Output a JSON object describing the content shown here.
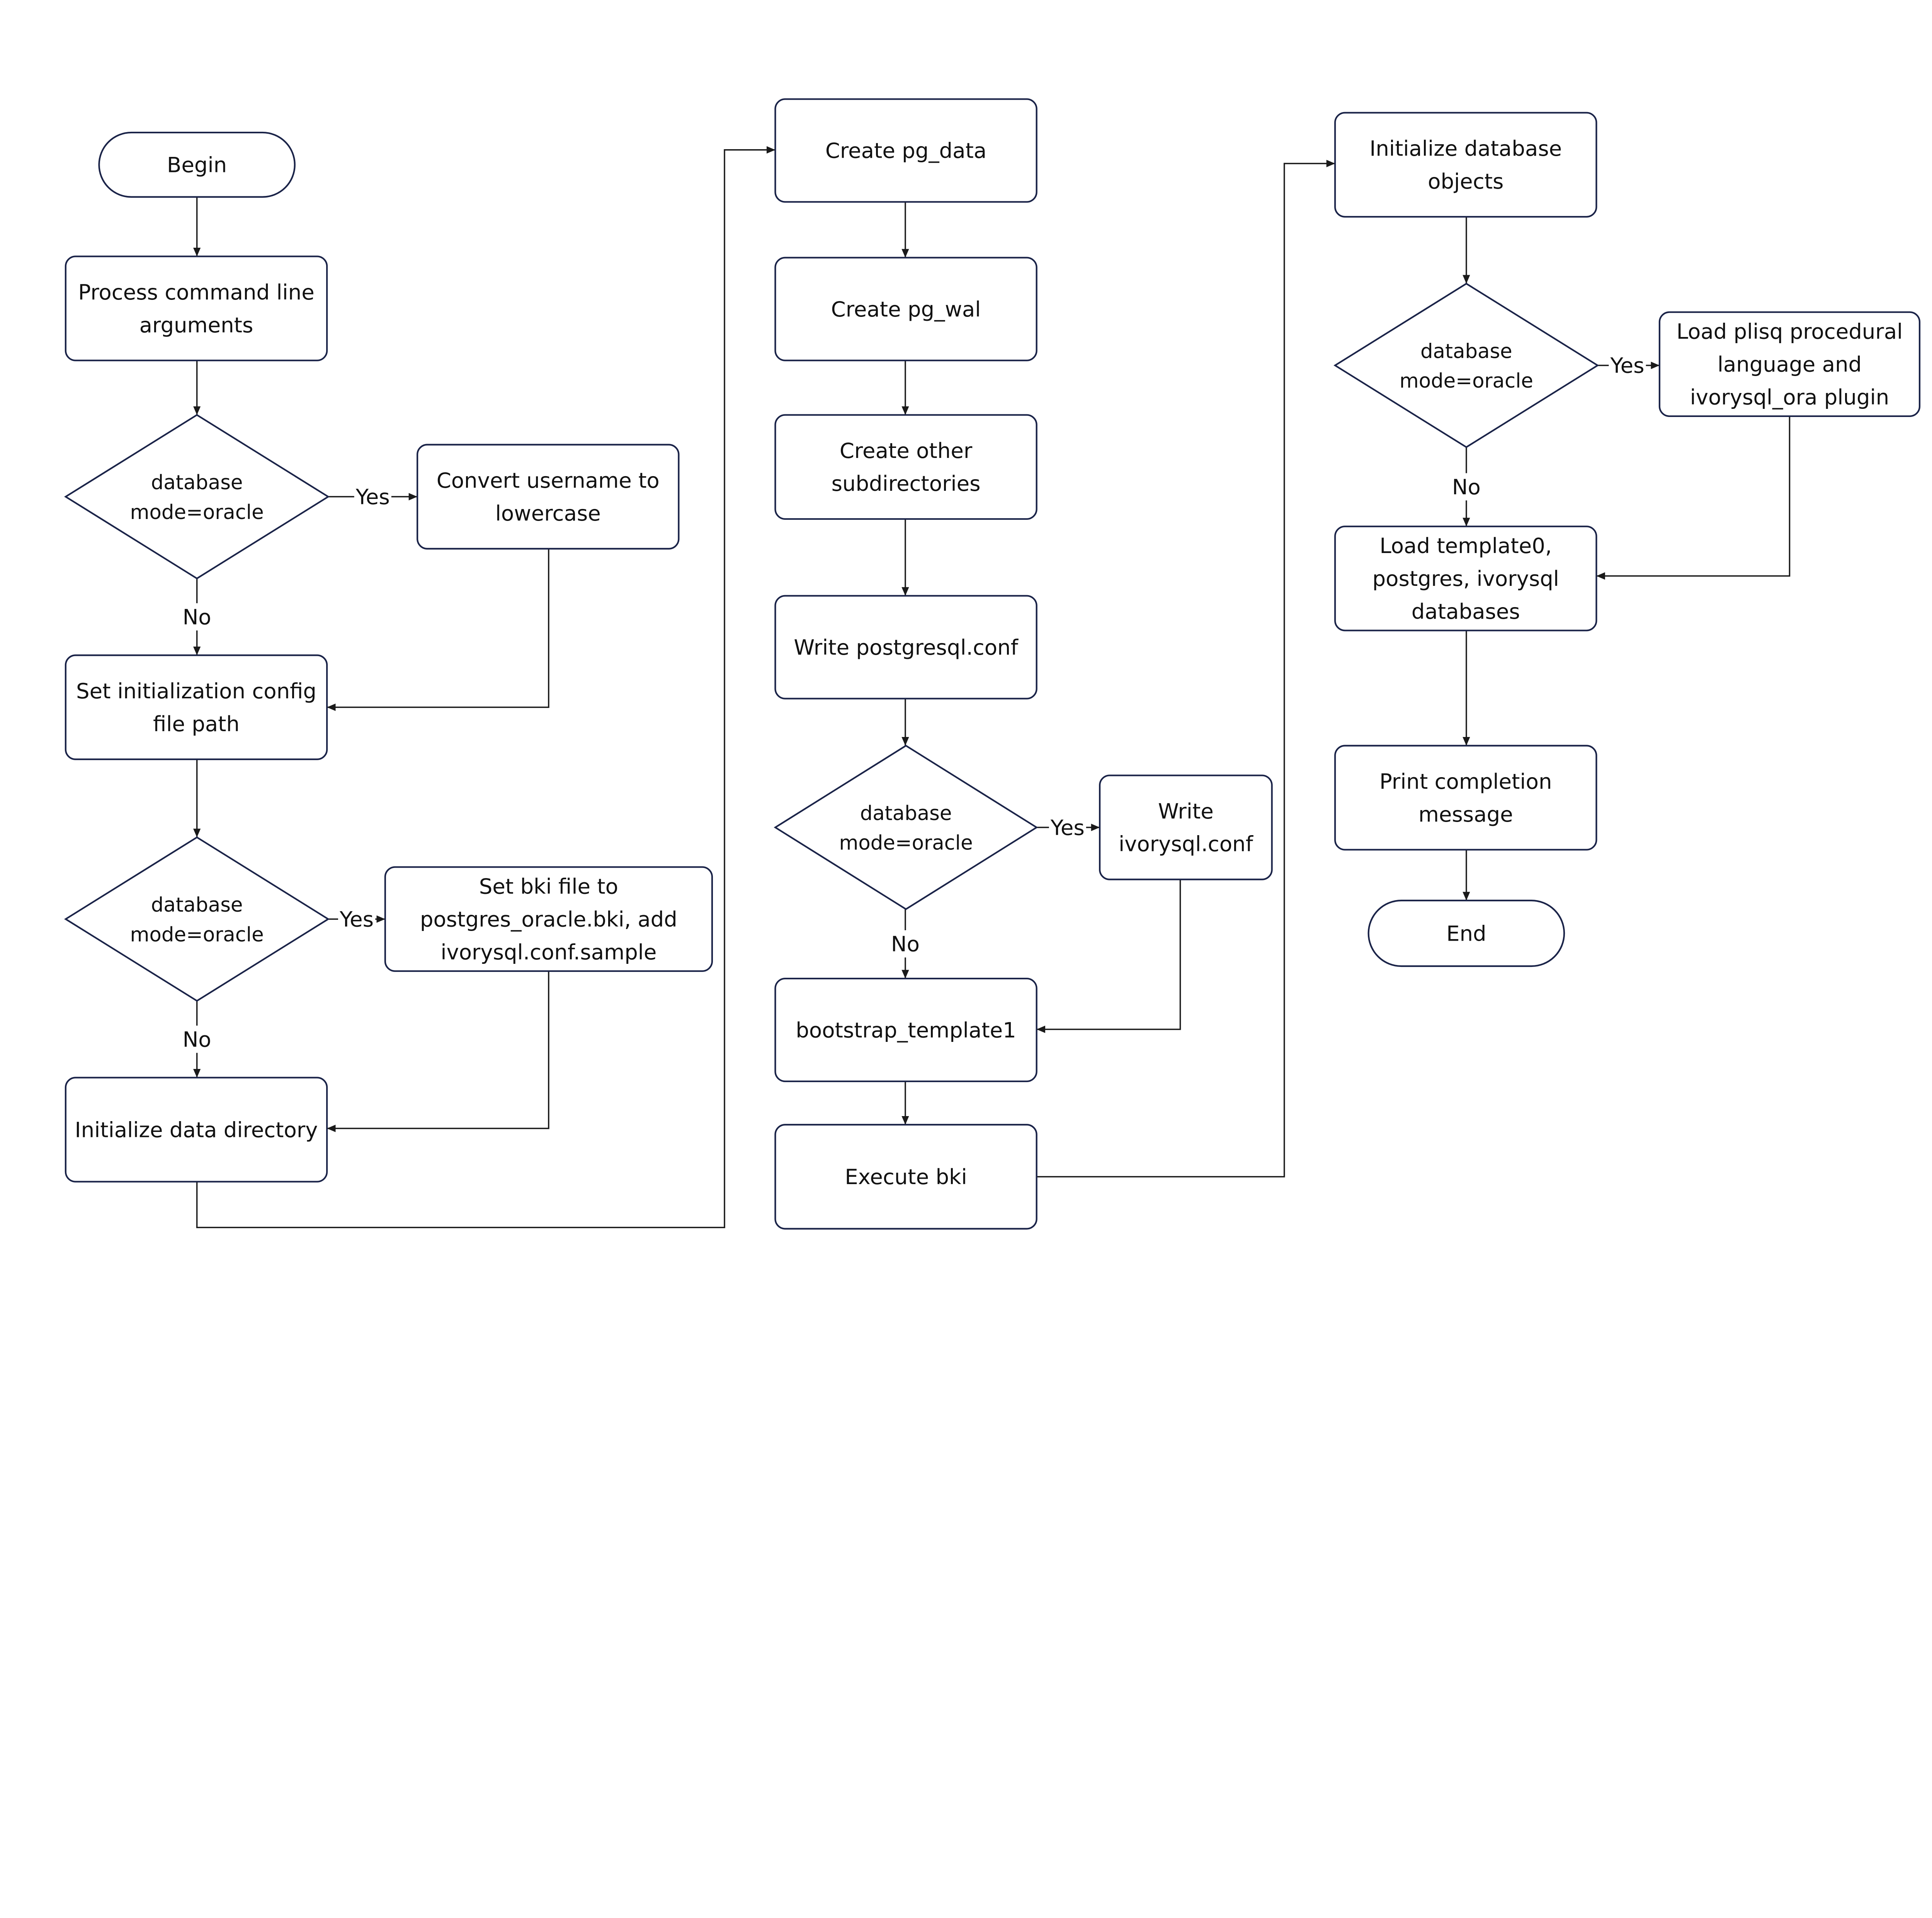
{
  "colors": {
    "shape_stroke": "#1a2348",
    "line": "#1a1a1a",
    "background": "#ffffff",
    "text": "#111111"
  },
  "nodes": {
    "begin": {
      "shape": "terminator",
      "lines": [
        "Begin"
      ]
    },
    "process_args": {
      "shape": "process",
      "lines": [
        "Process command line",
        "arguments"
      ]
    },
    "decision_1": {
      "shape": "decision",
      "lines": [
        "database",
        "mode=oracle"
      ]
    },
    "convert_username": {
      "shape": "process",
      "lines": [
        "Convert username to",
        "lowercase"
      ]
    },
    "set_config_path": {
      "shape": "process",
      "lines": [
        "Set initialization config",
        "file path"
      ]
    },
    "decision_2": {
      "shape": "decision",
      "lines": [
        "database",
        "mode=oracle"
      ]
    },
    "set_bki": {
      "shape": "process",
      "lines": [
        "Set bki file to",
        "postgres_oracle.bki, add",
        "ivorysql.conf.sample"
      ]
    },
    "init_data_dir": {
      "shape": "process",
      "lines": [
        "Initialize data directory"
      ]
    },
    "create_pg_data": {
      "shape": "process",
      "lines": [
        "Create pg_data"
      ]
    },
    "create_pg_wal": {
      "shape": "process",
      "lines": [
        "Create pg_wal"
      ]
    },
    "create_subdirs": {
      "shape": "process",
      "lines": [
        "Create other",
        "subdirectories"
      ]
    },
    "write_postgresql_conf": {
      "shape": "process",
      "lines": [
        "Write postgresql.conf"
      ]
    },
    "decision_3": {
      "shape": "decision",
      "lines": [
        "database",
        "mode=oracle"
      ]
    },
    "write_ivorysql_conf": {
      "shape": "process",
      "lines": [
        "Write",
        "ivorysql.conf"
      ]
    },
    "bootstrap_template1": {
      "shape": "process",
      "lines": [
        "bootstrap_template1"
      ]
    },
    "execute_bki": {
      "shape": "process",
      "lines": [
        "Execute bki"
      ]
    },
    "init_db_objects": {
      "shape": "process",
      "lines": [
        "Initialize database",
        "objects"
      ]
    },
    "decision_4": {
      "shape": "decision",
      "lines": [
        "database",
        "mode=oracle"
      ]
    },
    "load_plisql": {
      "shape": "process",
      "lines": [
        "Load plisq procedural",
        "language and",
        "ivorysql_ora plugin"
      ]
    },
    "load_templates": {
      "shape": "process",
      "lines": [
        "Load template0,",
        "postgres, ivorysql",
        "databases"
      ]
    },
    "print_completion": {
      "shape": "process",
      "lines": [
        "Print completion",
        "message"
      ]
    },
    "end": {
      "shape": "terminator",
      "lines": [
        "End"
      ]
    }
  },
  "edges": [
    {
      "from": "begin",
      "to": "process_args",
      "label": ""
    },
    {
      "from": "process_args",
      "to": "decision_1",
      "label": ""
    },
    {
      "from": "decision_1",
      "to": "convert_username",
      "label": "Yes"
    },
    {
      "from": "decision_1",
      "to": "set_config_path",
      "label": "No"
    },
    {
      "from": "convert_username",
      "to": "set_config_path",
      "label": ""
    },
    {
      "from": "set_config_path",
      "to": "decision_2",
      "label": ""
    },
    {
      "from": "decision_2",
      "to": "set_bki",
      "label": "Yes"
    },
    {
      "from": "decision_2",
      "to": "init_data_dir",
      "label": "No"
    },
    {
      "from": "set_bki",
      "to": "init_data_dir",
      "label": ""
    },
    {
      "from": "init_data_dir",
      "to": "create_pg_data",
      "label": ""
    },
    {
      "from": "create_pg_data",
      "to": "create_pg_wal",
      "label": ""
    },
    {
      "from": "create_pg_wal",
      "to": "create_subdirs",
      "label": ""
    },
    {
      "from": "create_subdirs",
      "to": "write_postgresql_conf",
      "label": ""
    },
    {
      "from": "write_postgresql_conf",
      "to": "decision_3",
      "label": ""
    },
    {
      "from": "decision_3",
      "to": "write_ivorysql_conf",
      "label": "Yes"
    },
    {
      "from": "decision_3",
      "to": "bootstrap_template1",
      "label": "No"
    },
    {
      "from": "write_ivorysql_conf",
      "to": "bootstrap_template1",
      "label": ""
    },
    {
      "from": "bootstrap_template1",
      "to": "execute_bki",
      "label": ""
    },
    {
      "from": "execute_bki",
      "to": "init_db_objects",
      "label": ""
    },
    {
      "from": "init_db_objects",
      "to": "decision_4",
      "label": ""
    },
    {
      "from": "decision_4",
      "to": "load_plisql",
      "label": "Yes"
    },
    {
      "from": "decision_4",
      "to": "load_templates",
      "label": "No"
    },
    {
      "from": "load_plisql",
      "to": "load_templates",
      "label": ""
    },
    {
      "from": "load_templates",
      "to": "print_completion",
      "label": ""
    },
    {
      "from": "print_completion",
      "to": "end",
      "label": ""
    }
  ]
}
